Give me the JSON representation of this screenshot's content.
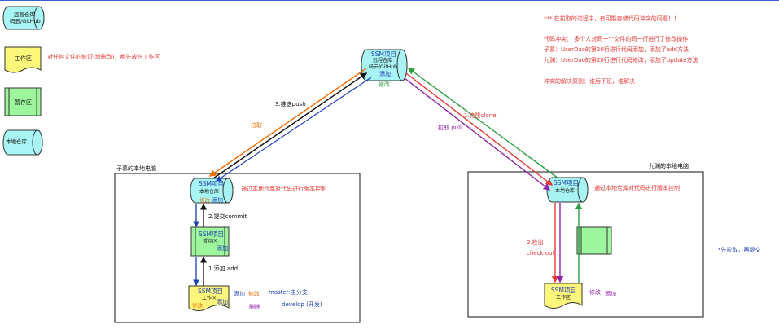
{
  "legend": {
    "remote_repo": "远程仓库\n码云/GitHub",
    "workspace": "工作区",
    "workspace_note": "对任何文件的修订(增删改)，都先放在工作区",
    "staging": "暂存区",
    "local_repo": "本地仓库"
  },
  "notes": {
    "conflict_title": "*** 在拉取的过程中，有可能存储代码冲突的问题！！",
    "conflict_def": "代码冲突：  多个人对同一个文件的同一行进行了修改操作",
    "ziwu": "子慕：UserDao的第20行进行代码添加，添加了add方法",
    "jiuyuan": "九渊：UserDao的第20行进行代码修改，添加了update方法",
    "principle": "冲突的解决原则：谁后下班，谁解决",
    "pull_first": "*先拉取，再提交"
  },
  "remote": {
    "title": "SSM项目",
    "sub1": "远程仓库",
    "sub2": "码云/GitHub",
    "add": "添加",
    "modify": "修改"
  },
  "left_pc": {
    "title": "子慕的本地电脑",
    "repo_title": "SSM项目",
    "repo_sub": "本地仓库",
    "repo_modify": "修改",
    "repo_add": "添加",
    "repo_note": "通过本地仓库对代码进行版本控制",
    "stage_title": "SSM项目",
    "stage_sub": "暂存区",
    "stage_add": "添加",
    "work_title": "SSM项目",
    "work_sub": "工作区",
    "work_modify": "修改",
    "work_add": "添加",
    "step_add": "1.添加 add",
    "step_commit": "2.提交commit",
    "step_push": "3.推送push",
    "pull": "拉取",
    "legend_add": "添加",
    "legend_modify": "修改",
    "legend_delete": "删除",
    "master": "master:主分支",
    "develop": "develop  (开发)"
  },
  "right_pc": {
    "title": "九渊的本地电脑",
    "repo_title": "SSM项目",
    "repo_sub": "本地仓库",
    "repo_note": "通过本地仓库对代码进行版本控制",
    "checkout": "2.检出\ncheck out",
    "work_title": "SSM项目",
    "work_sub": "工作区",
    "modify": "修改",
    "add": "添加",
    "clone": "1.克隆clone",
    "pull": "拉取 pull"
  },
  "colors": {
    "cylinder": "#a8f4f4",
    "doc": "#fcf67a",
    "stage": "#9df59d",
    "red": "#e53935",
    "green": "#2e9e40",
    "blue": "#1e3fb4",
    "orange": "#ef6c00",
    "purple": "#8e24aa",
    "black": "#111111"
  }
}
